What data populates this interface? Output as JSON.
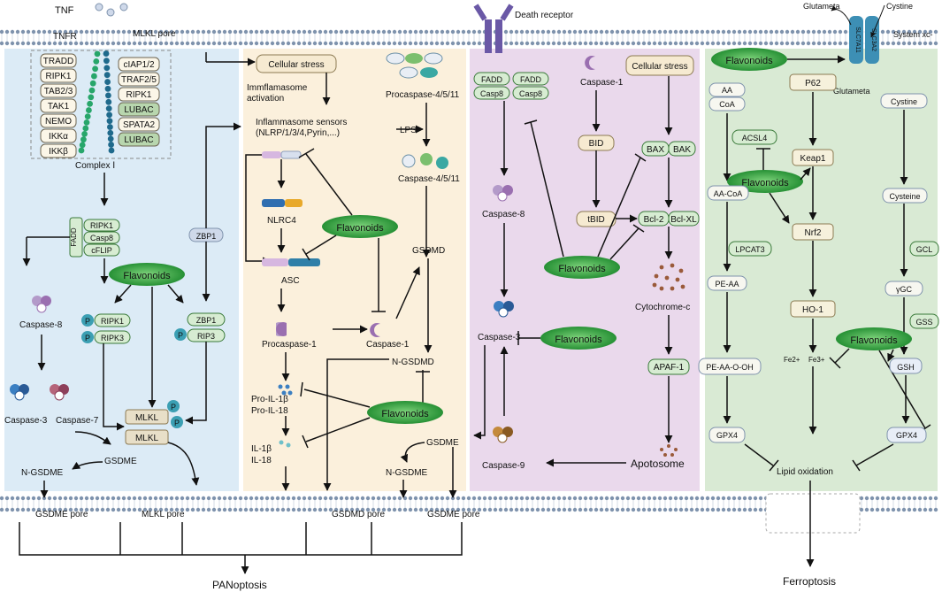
{
  "top": {
    "tnf": "TNF",
    "tnfr": "TNFR",
    "mlkl_pore": "MLKL pore",
    "death_receptor": "Death receptor",
    "glutamate": "Glutameta",
    "cystine": "Cystine",
    "slc7a11": "SLC7A11",
    "slc3a2": "SLC3A2",
    "system_xc": "System xc-",
    "glutamate2": "Glutameta"
  },
  "panel1": {
    "complex_left": [
      "TRADD",
      "RIPK1",
      "TAB2/3",
      "TAK1",
      "NEMO",
      "IKKα",
      "IKKβ"
    ],
    "complex_right": [
      "cIAP1/2",
      "TRAF2/5",
      "RIPK1",
      "LUBAC",
      "SPATA2",
      "LUBAC"
    ],
    "complex_label": "Complex Ⅰ",
    "fadd": "FADD",
    "fadd_stack": [
      "RIPK1",
      "Casp8",
      "cFLIP"
    ],
    "zbp1": "ZBP1",
    "flavonoids": "Flavonoids",
    "caspase8": "Caspase-8",
    "p": "P",
    "ripk1": "RIPK1",
    "ripk3": "RIPK3",
    "zbp1b": "ZBP1",
    "rip3": "RIP3",
    "caspase3": "Caspase-3",
    "caspase7": "Caspase-7",
    "mlkl1": "MLKL",
    "mlkl2": "MLKL",
    "gsdme": "GSDME",
    "ngsdme": "N-GSDME"
  },
  "panel2": {
    "cellular_stress": "Cellular stress",
    "immflamasome": "Immflamasome",
    "activation": "activation",
    "sensors": "Inflammasome sensors",
    "sensors_sub": "(NLRP/1/3/4,Pyrin,...)",
    "procaspase4511": "Procaspase-4/5/11",
    "lps": "LPS",
    "caspase4511": "Caspase-4/5/11",
    "nlrc4": "NLRC4",
    "flavonoids": "Flavonoids",
    "asc": "ASC",
    "gsdmd": "GSDMD",
    "procaspase1": "Procaspase-1",
    "caspase1": "Caspase-1",
    "ngsdmd": "N-GSDMD",
    "proil1b": "Pro-IL-1β",
    "proil18": "Pro-IL-18",
    "flavonoids2": "Flavonoids",
    "il1b": "IL-1β",
    "il18": "IL-18",
    "gsdme": "GSDME",
    "ngsdme": "N-GSDME"
  },
  "panel3": {
    "fadd1": "FADD",
    "casp81": "Casp8",
    "fadd2": "FADD",
    "casp82": "Casp8",
    "caspase1": "Caspase-1",
    "cellular_stress": "Cellular stress",
    "bid": "BID",
    "bax": "BAX",
    "bak": "BAK",
    "caspase8": "Caspase-8",
    "tbid": "tBID",
    "bcl2": "Bcl-2",
    "bclxl": "Bcl-XL",
    "flavonoids": "Flavonoids",
    "cytochrome": "Cytochrome-c",
    "caspase3": "Caspase-3",
    "flavonoids2": "Flavonoids",
    "apaf1": "APAF-1",
    "caspase9": "Caspase-9",
    "apotosome": "Apotosome"
  },
  "panel4": {
    "flavonoids": "Flavonoids",
    "aa": "AA",
    "coa": "CoA",
    "p62": "P62",
    "cystine": "Cystine",
    "acsl4": "ACSL4",
    "keap1": "Keap1",
    "flavonoids2": "Flavonoids",
    "aacoa": "AA-CoA",
    "nrf2": "Nrf2",
    "cysteine": "Cysteine",
    "lpcat3": "LPCAT3",
    "gcl": "GCL",
    "peaa": "PE-AA",
    "ho1": "HO-1",
    "ygc": "γGC",
    "gss": "GSS",
    "flavonoids3": "Flavonoids",
    "peaaooh": "PE-AA-O-OH",
    "fe2": "Fe2+",
    "fe3": "Fe3+",
    "gsh": "GSH",
    "gpx4a": "GPX4",
    "gpx4b": "GPX4",
    "lipid_ox": "Lipid oxidation"
  },
  "bottom": {
    "gsdme_pore1": "GSDME pore",
    "mlkl_pore": "MLKL pore",
    "gsdmd_pore": "GSDMD pore",
    "gsdme_pore2": "GSDME pore",
    "panoptosis": "PANoptosis",
    "ferroptosis": "Ferroptosis"
  },
  "colors": {
    "panel1_bg": "#dcebf6",
    "panel2_bg": "#fbf0dc",
    "panel3_bg": "#ead9ec",
    "panel4_bg": "#d9ead4",
    "membrane_dot": "#7f93ad",
    "flavonoid_green": "#2f9a3a",
    "pill_green": "#d7ecd2",
    "pill_beige": "#f6ead1",
    "teal": "#3b9fb3",
    "purple": "#9a6fb0"
  }
}
